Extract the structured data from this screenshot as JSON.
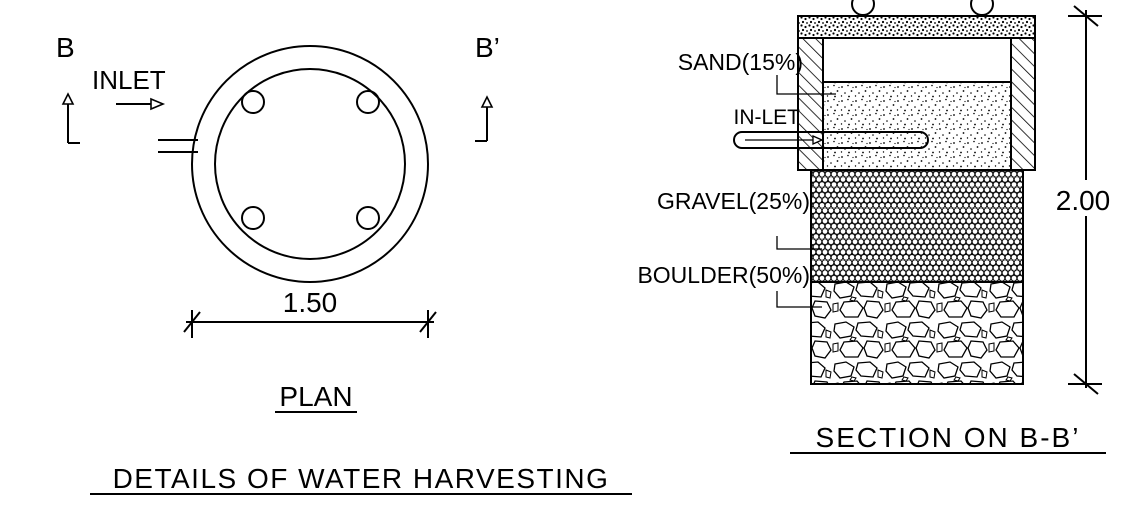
{
  "plan": {
    "section_mark_left": "B",
    "section_mark_right": "B’",
    "inlet_label": "INLET",
    "dimension": "1.50",
    "caption": "PLAN"
  },
  "section": {
    "layers": [
      {
        "label": "SAND(15%)",
        "material": "sand"
      },
      {
        "label": "GRAVEL(25%)",
        "material": "gravel"
      },
      {
        "label": "BOULDER(50%)",
        "material": "boulder"
      }
    ],
    "inlet_label": "IN-LET",
    "height_dimension": "2.00",
    "caption": "SECTION ON B-B’"
  },
  "title": "DETAILS OF WATER HARVESTING"
}
